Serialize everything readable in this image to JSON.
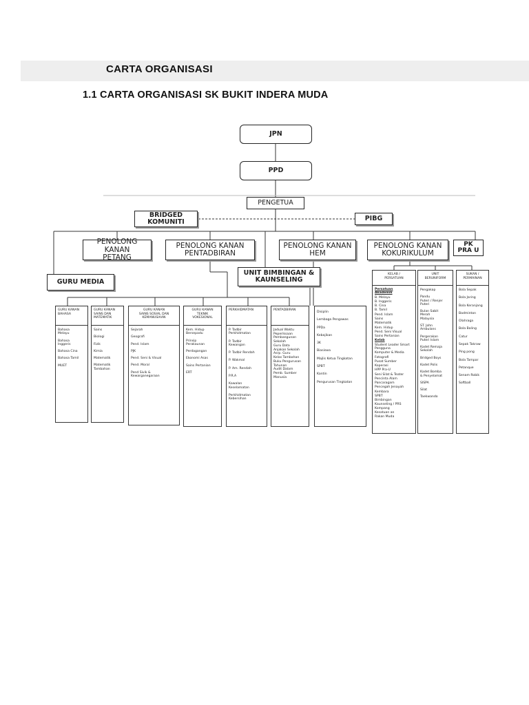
{
  "header": {
    "title": "CARTA ORGANISASI",
    "subtitle": "1.1  CARTA ORGANISASI SK BUKIT INDERA MUDA"
  },
  "chart": {
    "jpn": "JPN",
    "ppd": "PPD",
    "pengetua": "PENGETUA",
    "bridged": "BRIDGED\nKOMUNITI",
    "pibg": "PIBG",
    "pk_petang": "PENOLONG KANAN\nPETANG",
    "pk_pentadbiran": "PENOLONG KANAN\nPENTADBIRAN",
    "pk_hem": "PENOLONG KANAN\nHEM",
    "pk_kokurikulum": "PENOLONG KANAN\nKOKURIKULUM",
    "pk_prau": "PK\nPRA U",
    "guru_media": "GURU MEDIA",
    "unit_bimbingan": "UNIT BIMBINGAN &\nKAUNSELING"
  },
  "depts": [
    {
      "head": "GURU KANAN\nBAHASA",
      "items": [
        "Bahasa\nMelayu",
        "Bahasa\nInggeris",
        "Bahasa Cina",
        "Bahasa Tamil",
        "MUET"
      ]
    },
    {
      "head": "GURU KANAN\nSAINS  DAN\nMATEMATIK",
      "items": [
        "Sains",
        "Biologi",
        "Fizik",
        "Kimia",
        "Matematik",
        "Matematik\nTambahan"
      ]
    },
    {
      "head": "GURU KANAN\nSAINS  SOSIAL  DAN\nKEMANUSIAAN",
      "items": [
        "Sejarah",
        "Geografi",
        "Pend. Islam",
        "PJK",
        "Pend. Seni & Visual",
        "Pend. Moral",
        "Pend Sivik &\nKewarganegaraan"
      ]
    },
    {
      "head": "GURU KANAN\nTEKNIK\nVOKESIONAL",
      "items": [
        "Kem. Hidup\nBersepadu",
        "Prinsip\nPerakaunan",
        "Perdagangan",
        "Ekonomi Asas",
        "Sains Pertanian",
        "ERT"
      ]
    },
    {
      "head": "PERKHIDMATAN",
      "items": [
        "P. Tadbir\nPerkhidmatan",
        "P. Tadbir\nKewangan",
        "P. Tadbir Rendah",
        "P. Wakmal",
        "P. Am. Rendah",
        "P.R.A",
        "Kawalan\nKeselamatan",
        "Perkhidmatan\nKebersihan"
      ]
    },
    {
      "head": "PENTADBIRAN",
      "items": [
        "Jadual Waktu\nPeperiksaan\nPembangunan\nSekolah\nGuru Data\nAnjakan Sekolah\nAsrp. Guru\nKelas Tambahan\nBuku Pengurusan\nTahunan\nAudit Dalam\nPemb. Sumber\nManusia"
      ]
    },
    {
      "head": "",
      "items": [
        "Disiplin",
        "Lembaga  Pengawas",
        "PPDa",
        "Kebajikan",
        "3K",
        "Biasiswa",
        "Majlis Ketua Tingkatan",
        "SPBT",
        "Kantin",
        "Pengurusan Tingkatan"
      ]
    },
    {
      "head": "KELAB /\nPERSATUAN",
      "items": [
        "Persatuan\nAkademik",
        "B. Melayu",
        "B. Inggeris",
        "B. Cina",
        "B. Tamil",
        "Pend. Islam",
        "Sains",
        "Matematik",
        "Kem. Hidup",
        "Pend. Seni Visual",
        "Sains Pertanian",
        "Kelab",
        "Student Leader Smart\nPengguna",
        "Komputer & Media",
        "Fotografi",
        "Pusat Sumber",
        "Koperasi",
        "HPP Pra-U",
        "Seni Silat & Teater",
        "Pencinta Alam",
        "Pancaragam",
        "Pencegah Jenayah",
        "Kembara",
        "SPBT",
        "Bimbingan\nKaunseling / PRS",
        "Kompang",
        "Kesatuan an",
        "Rakan Muda"
      ]
    },
    {
      "head": "UNIT\nBERUNIFORM",
      "items": [
        "Pengakap",
        "Pandu\nPuteri / Renjer\nPuteri",
        "Bulan Sabit\nMerah\nMalaysia",
        "ST. John\nAmbulans",
        "Pergerakan\nPuteri Islam",
        "Kadet Remaja\nSekolah",
        "Bridged Boys",
        "Kadet Polis",
        "Kadet Bomba\n& Penyelamat",
        "SISPA",
        "Silat",
        "Taekwando"
      ]
    },
    {
      "head": "SUKAN /\nPERMAINAN",
      "items": [
        "Bola Sepak",
        "Bola Jaring",
        "Bola Keranjang",
        "Badminton",
        "Olahraga",
        "Bola Baling",
        "Catur",
        "Sepak Takraw",
        "Ping pong",
        "Bola Tampar",
        "Petanque",
        "Senam Robik",
        "Softball"
      ]
    }
  ]
}
